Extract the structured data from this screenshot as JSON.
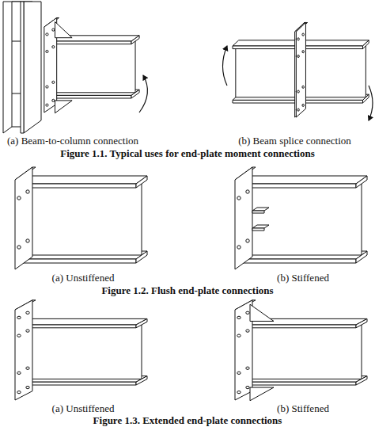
{
  "diagram": {
    "labels": [
      "(a) Beam-to-column connection",
      "(b) Beam splice connection",
      "Figure 1.1. Typical uses for end-plate moment connections",
      "(a) Unstiffened",
      "(b) Stiffened",
      "Figure 1.2. Flush end-plate connections",
      "(a) Unstiffened",
      "(b) Stiffened",
      "Figure 1.3. Extended end-plate connections"
    ]
  }
}
